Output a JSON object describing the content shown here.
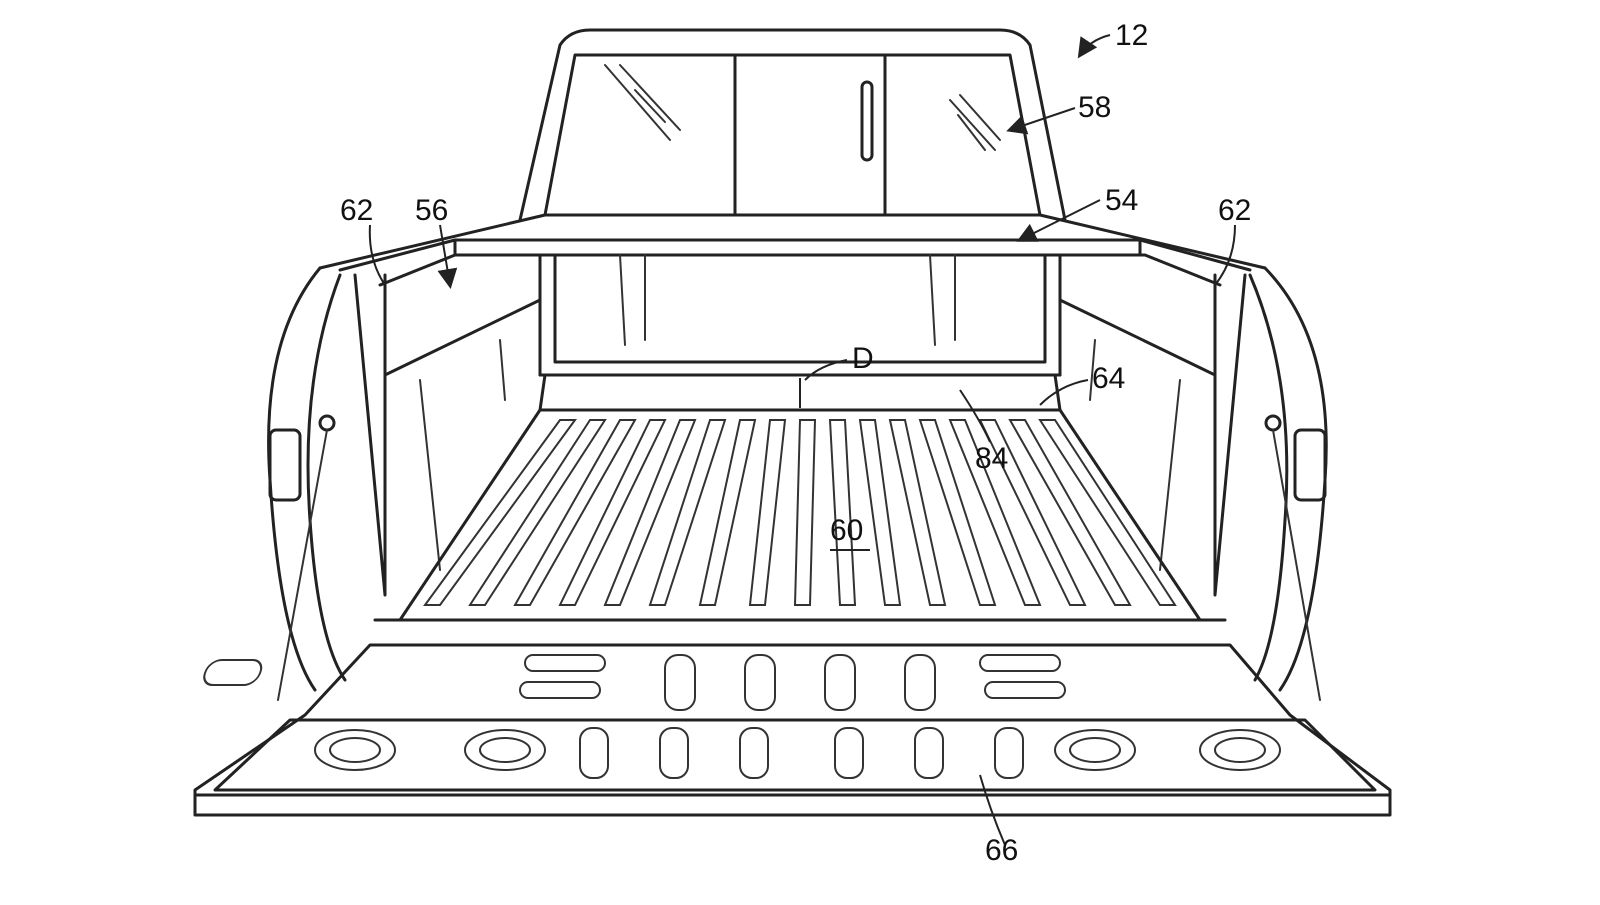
{
  "figure": {
    "labels": {
      "truck": "12",
      "rear_window": "58",
      "bulkhead": "54",
      "side_wall": "56",
      "bed_rail_left": "62",
      "bed_rail_right": "62",
      "gap_marker": "D",
      "clearance": "64",
      "lower_edge": "84",
      "bed_floor": "60",
      "tailgate": "66"
    }
  }
}
